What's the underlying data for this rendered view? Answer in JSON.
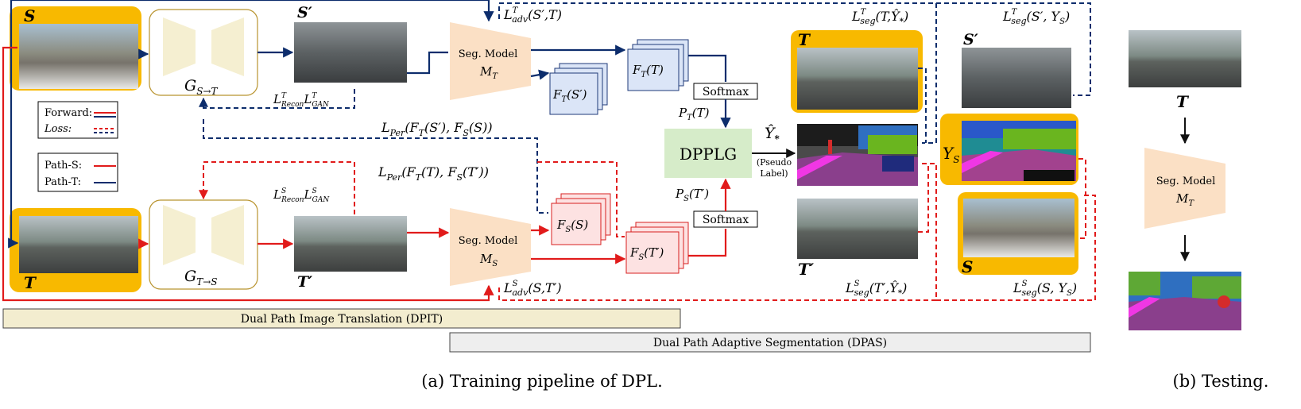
{
  "legend": {
    "forward_label": "Forward:",
    "loss_label": "Loss:",
    "path_s_label": "Path-S:",
    "path_t_label": "Path-T:"
  },
  "labels": {
    "s": "S",
    "t": "T",
    "s_prime": "S′",
    "t_prime": "T′",
    "ys": "Y",
    "ys_sub": "S"
  },
  "translators": {
    "g_st": "G",
    "g_st_sub": "S→T",
    "g_ts": "G",
    "g_ts_sub": "T→S"
  },
  "seg_models": {
    "title": "Seg. Model",
    "m_t": "M",
    "m_t_sub": "T",
    "m_s": "M",
    "m_s_sub": "S"
  },
  "features": {
    "ft_sp": "F",
    "ft_sp_sub": "T",
    "ft_sp_arg": "(S′)",
    "ft_t": "F",
    "ft_t_sub": "T",
    "ft_t_arg": "(T)",
    "fs_s": "F",
    "fs_s_sub": "S",
    "fs_s_arg": "(S)",
    "fs_tp": "F",
    "fs_tp_sub": "S",
    "fs_tp_arg": "(T′)"
  },
  "softmax": "Softmax",
  "probs": {
    "pt": "P",
    "pt_sub": "T",
    "pt_arg": "(T)",
    "ps": "P",
    "ps_sub": "S",
    "ps_arg": "(T′)"
  },
  "dpplg": "DPPLG",
  "pseudo": {
    "symbol": "Ŷ",
    "sub": "*",
    "line1": "(Pseudo",
    "line2": "Label)"
  },
  "losses": {
    "adv_t": "L",
    "adv_t_sup": "T",
    "adv_t_sub": "adv",
    "adv_t_arg": "(S′,T)",
    "recon_t": "L",
    "recon_t_sup": "T",
    "recon_t_sub": "Recon",
    "gan_t": "L",
    "gan_t_sup": "T",
    "gan_t_sub": "GAN",
    "per_1": "L",
    "per_1_sub": "Per",
    "per_1_arg": "(F",
    "per_1_a_sub": "T",
    "per_1_mid": "(S′), F",
    "per_1_b_sub": "S",
    "per_1_end": "(S))",
    "per_2": "L",
    "per_2_sub": "Per",
    "per_2_arg": "(F",
    "per_2_a_sub": "T",
    "per_2_mid": "(T), F",
    "per_2_b_sub": "S",
    "per_2_end": "(T′))",
    "recon_s": "L",
    "recon_s_sup": "S",
    "recon_s_sub": "Recon",
    "gan_s": "L",
    "gan_s_sup": "S",
    "gan_s_sub": "GAN",
    "adv_s": "L",
    "adv_s_sup": "S",
    "adv_s_sub": "adv",
    "adv_s_arg": "(S,T′)",
    "seg_t_pl": "L",
    "seg_t_pl_sup": "T",
    "seg_t_pl_sub": "seg",
    "seg_t_pl_arg": "(T,Ŷ",
    "seg_t_pl_star": "*",
    "seg_t_pl_end": ")",
    "seg_t_ys": "L",
    "seg_t_ys_sup": "T",
    "seg_t_ys_sub": "seg",
    "seg_t_ys_arg": "(S′, Y",
    "seg_t_ys_s": "S",
    "seg_t_ys_end": ")",
    "seg_s_pl": "L",
    "seg_s_pl_sup": "S",
    "seg_s_pl_sub": "seg",
    "seg_s_pl_arg": "(T′,Ŷ",
    "seg_s_pl_star": "*",
    "seg_s_pl_end": ")",
    "seg_s_ys": "L",
    "seg_s_ys_sup": "S",
    "seg_s_ys_sub": "seg",
    "seg_s_ys_arg": "(S, Y",
    "seg_s_ys_s": "S",
    "seg_s_ys_end": ")"
  },
  "sections": {
    "dpit": "Dual Path  Image Translation (DPIT)",
    "dpas": "Dual Path Adaptive Segmentation (DPAS)"
  },
  "captions": {
    "a": "(a) Training pipeline of DPL.",
    "b": "(b) Testing."
  },
  "colors": {
    "source_path": "#e11b1b",
    "target_path": "#0d2d6c",
    "frame": "#f8b900"
  }
}
